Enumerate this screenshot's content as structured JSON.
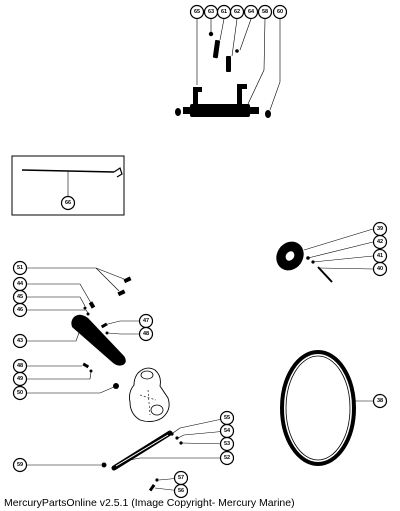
{
  "callouts": [
    {
      "label": "65"
    },
    {
      "label": "63"
    },
    {
      "label": "61"
    },
    {
      "label": "62"
    },
    {
      "label": "64"
    },
    {
      "label": "58"
    },
    {
      "label": "60"
    },
    {
      "label": "66"
    },
    {
      "label": "39"
    },
    {
      "label": "42"
    },
    {
      "label": "41"
    },
    {
      "label": "40"
    },
    {
      "label": "51"
    },
    {
      "label": "44"
    },
    {
      "label": "45"
    },
    {
      "label": "46"
    },
    {
      "label": "47"
    },
    {
      "label": "48"
    },
    {
      "label": "43"
    },
    {
      "label": "48"
    },
    {
      "label": "49"
    },
    {
      "label": "50"
    },
    {
      "label": "38"
    },
    {
      "label": "55"
    },
    {
      "label": "54"
    },
    {
      "label": "53"
    },
    {
      "label": "59"
    },
    {
      "label": "52"
    },
    {
      "label": "57"
    },
    {
      "label": "56"
    }
  ],
  "footer": {
    "text": "MercuryPartsOnline v2.5.1 (Image Copyright- Mercury Marine)"
  }
}
